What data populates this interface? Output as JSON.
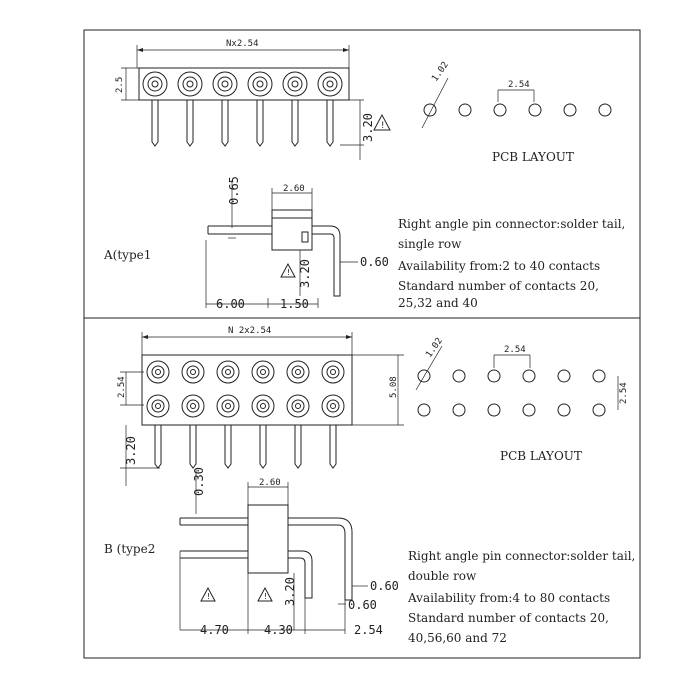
{
  "type1": {
    "label": "A(type1",
    "width_dim": "Nx2.54",
    "height_dim": "2.5",
    "tail_dim": "3.20",
    "pcb_pitch": "2.54",
    "pcb_hole": "1.02",
    "pcb_label": "PCB LAYOUT",
    "pin_offset": "0.65",
    "body_width": "2.60",
    "side_tail": "3.20",
    "pin_thk": "0.60",
    "len_a": "6.00",
    "len_b": "1.50",
    "desc": [
      "Right angle pin connector:solder tail,",
      "single row",
      "Availability from:2 to 40 contacts",
      "Standard number of contacts 20,",
      "25,32 and 40"
    ]
  },
  "type2": {
    "label": "B (type2",
    "width_dim": "N 2x2.54",
    "row_pitch": "2.54",
    "body_h": "5.08",
    "tail_dim": "3.20",
    "pcb_pitch": "2.54",
    "pcb_hole": "1.02",
    "pcb_row": "2.54",
    "pcb_label": "PCB LAYOUT",
    "pin_offset": "0.30",
    "body_width": "2.60",
    "side_tail": "3.20",
    "pin_thk": "0.60",
    "pin_thk2": "0.60",
    "len_a": "4.70",
    "len_b": "4.30",
    "len_c": "2.54",
    "desc": [
      "Right angle pin connector:solder tail,",
      "double row",
      "Availability from:4 to 80 contacts",
      "Standard number of contacts 20,",
      "40,56,60 and 72"
    ]
  }
}
